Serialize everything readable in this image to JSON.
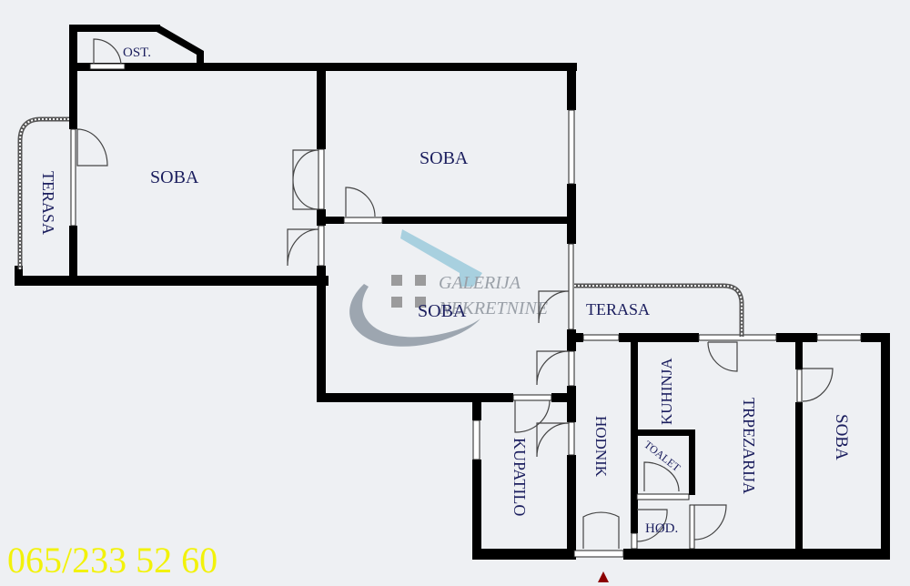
{
  "plan": {
    "colors": {
      "background": "#eef0f3",
      "wall": "#000000",
      "label": "#1b1e5e",
      "entrance_marker": "#8b0000",
      "phone": "#f2f20a",
      "watermark_blue": "#9ccbdc",
      "watermark_gray": "#8f9aa5"
    },
    "rooms": {
      "ost": "OST.",
      "soba_left": "SOBA",
      "terasa_left": "TERASA",
      "soba_top": "SOBA",
      "soba_middle": "SOBA",
      "terasa_right": "TERASA",
      "kuhinja": "KUHINJA",
      "trpezarija": "TRPEZARIJA",
      "soba_right": "SOBA",
      "hodnik": "HODNIK",
      "kupatilo": "KUPATILO",
      "toalet": "TOALET",
      "hod": "HØD."
    },
    "entrance_icon": "triangle-up-marker"
  },
  "watermark": {
    "line1": "GALERIJA",
    "line2": "NEKRETNINE",
    "logo_icon": "house-swoosh-logo"
  },
  "contact": {
    "phone": "065/233 52 60"
  }
}
